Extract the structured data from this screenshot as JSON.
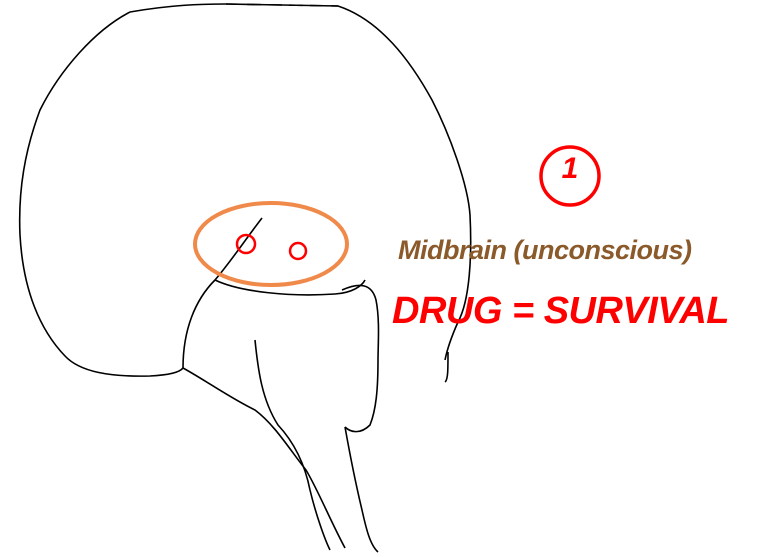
{
  "step": {
    "number": "1"
  },
  "region_label": "Midbrain (unconscious)",
  "equation": "DRUG = SURVIVAL",
  "colors": {
    "outline": "#000000",
    "highlight_ellipse": "#f08a4b",
    "marker_red": "#ff0000",
    "label_brown": "#8b5a2b",
    "equation_red": "#ff0000",
    "background": "#ffffff"
  }
}
